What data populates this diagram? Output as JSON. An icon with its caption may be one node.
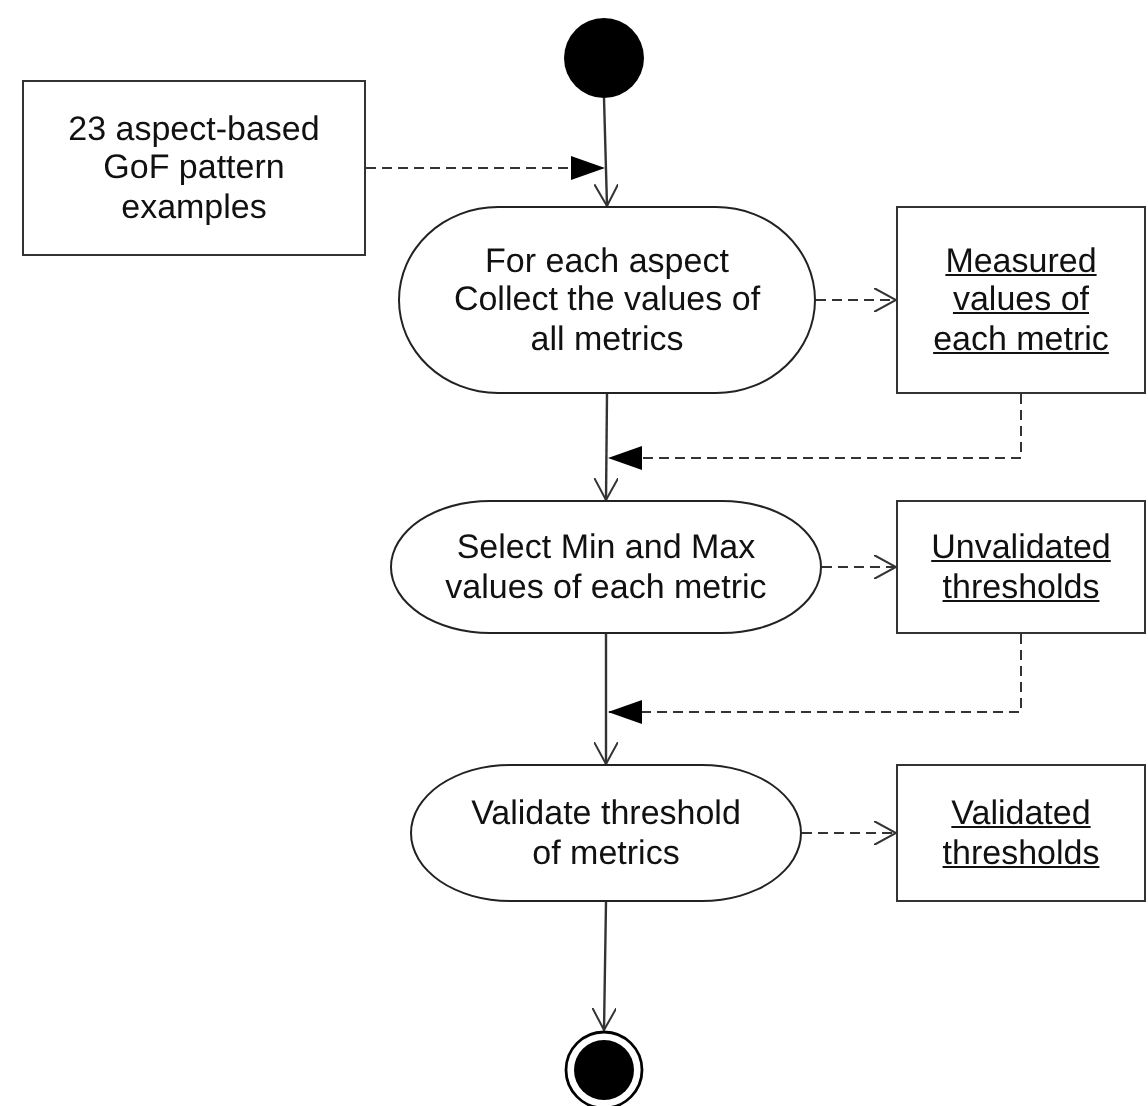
{
  "diagram": {
    "nodes": [
      {
        "text": [],
        "shape": "circle"
      },
      {
        "text": [
          "23 aspect-based GoF pattern examples"
        ]
      },
      {
        "text": [
          "For each aspect Collect the values of all metrics"
        ]
      },
      {
        "text": [
          "Measured values of each metric"
        ]
      },
      {
        "text": [
          "Select Min and Max values of each metric"
        ]
      },
      {
        "text": [
          "Unvalidated thresholds"
        ]
      },
      {
        "text": [
          "Validate threshold of metrics"
        ]
      },
      {
        "text": [
          "Validated thresholds"
        ]
      },
      {
        "text": [],
        "shape": "circle"
      }
    ],
    "edges": [
      {
        "from": 0,
        "to": 2,
        "arrow": "to"
      },
      {
        "from": 1,
        "to": 2,
        "arrow": "to",
        "style": "dashed"
      },
      {
        "from": 2,
        "to": 3,
        "arrow": "to",
        "style": "dashed"
      },
      {
        "from": 2,
        "to": 4,
        "arrow": "to"
      },
      {
        "from": 3,
        "to": 4,
        "arrow": "to",
        "style": "dashed"
      },
      {
        "from": 4,
        "to": 5,
        "arrow": "to",
        "style": "dashed"
      },
      {
        "from": 4,
        "to": 6,
        "arrow": "to"
      },
      {
        "from": 5,
        "to": 6,
        "arrow": "to",
        "style": "dashed"
      },
      {
        "from": 6,
        "to": 7,
        "arrow": "to",
        "style": "dashed"
      },
      {
        "from": 6,
        "to": 8,
        "arrow": "to"
      }
    ]
  }
}
